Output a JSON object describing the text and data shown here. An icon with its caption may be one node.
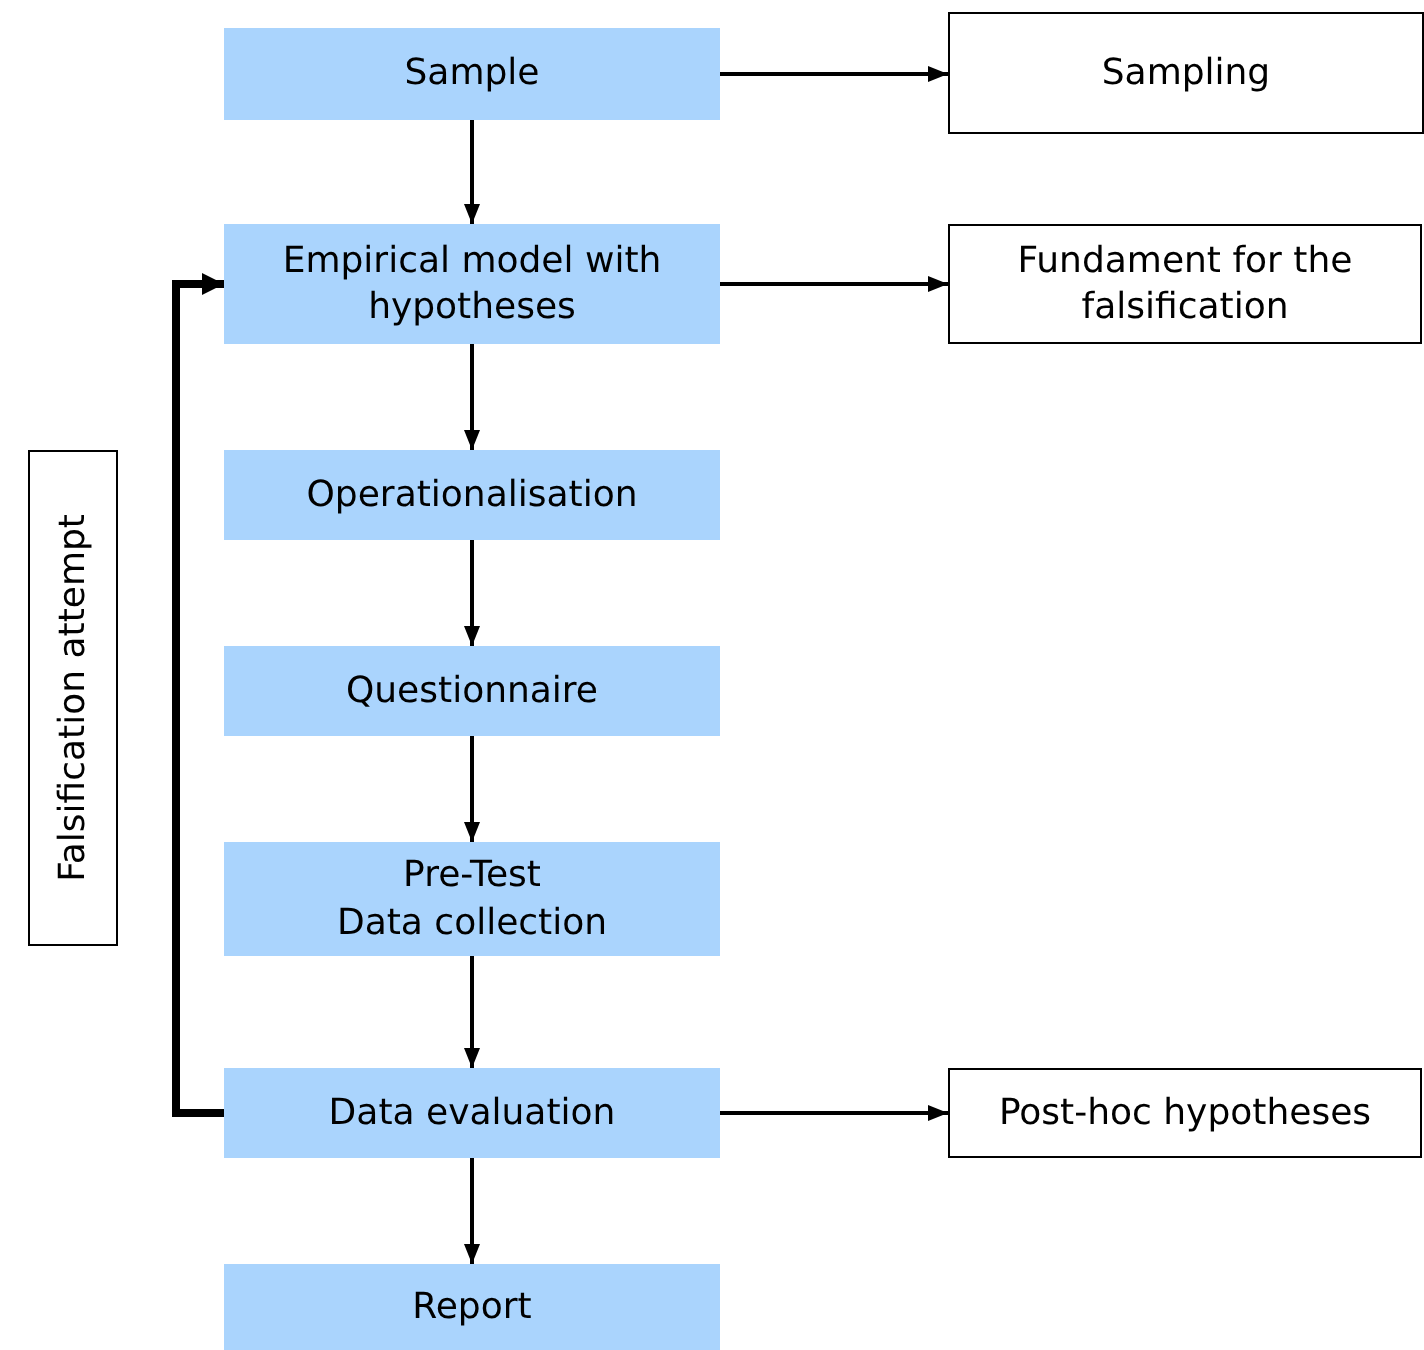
{
  "diagram": {
    "nodes": [
      {
        "text": [
          "Sample"
        ]
      },
      {
        "text": [
          "Sampling"
        ]
      },
      {
        "text": [
          "Empirical model with hypotheses"
        ]
      },
      {
        "text": [
          "Fundament for the falsification"
        ]
      },
      {
        "text": [
          "Falsification attempt"
        ]
      },
      {
        "text": [
          "Operationalisation"
        ]
      },
      {
        "text": [
          "Questionnaire"
        ]
      },
      {
        "text": [
          "Pre-Test",
          "Data collection"
        ]
      },
      {
        "text": [
          "Data evaluation"
        ]
      },
      {
        "text": [
          "Post-hoc hypotheses"
        ]
      },
      {
        "text": [
          "Report"
        ]
      }
    ],
    "edges": [
      {
        "from": 0,
        "to": 1,
        "arrow": "to"
      },
      {
        "from": 0,
        "to": 2,
        "arrow": "to"
      },
      {
        "from": 2,
        "to": 3,
        "arrow": "to"
      },
      {
        "from": 2,
        "to": 5,
        "arrow": "to"
      },
      {
        "from": 5,
        "to": 6,
        "arrow": "to"
      },
      {
        "from": 6,
        "to": 7,
        "arrow": "to"
      },
      {
        "from": 7,
        "to": 8,
        "arrow": "to"
      },
      {
        "from": 8,
        "to": 9,
        "arrow": "to"
      },
      {
        "from": 8,
        "to": 10,
        "arrow": "to"
      },
      {
        "from": 8,
        "to": 2,
        "arrow": "to",
        "style": "thick"
      }
    ]
  }
}
